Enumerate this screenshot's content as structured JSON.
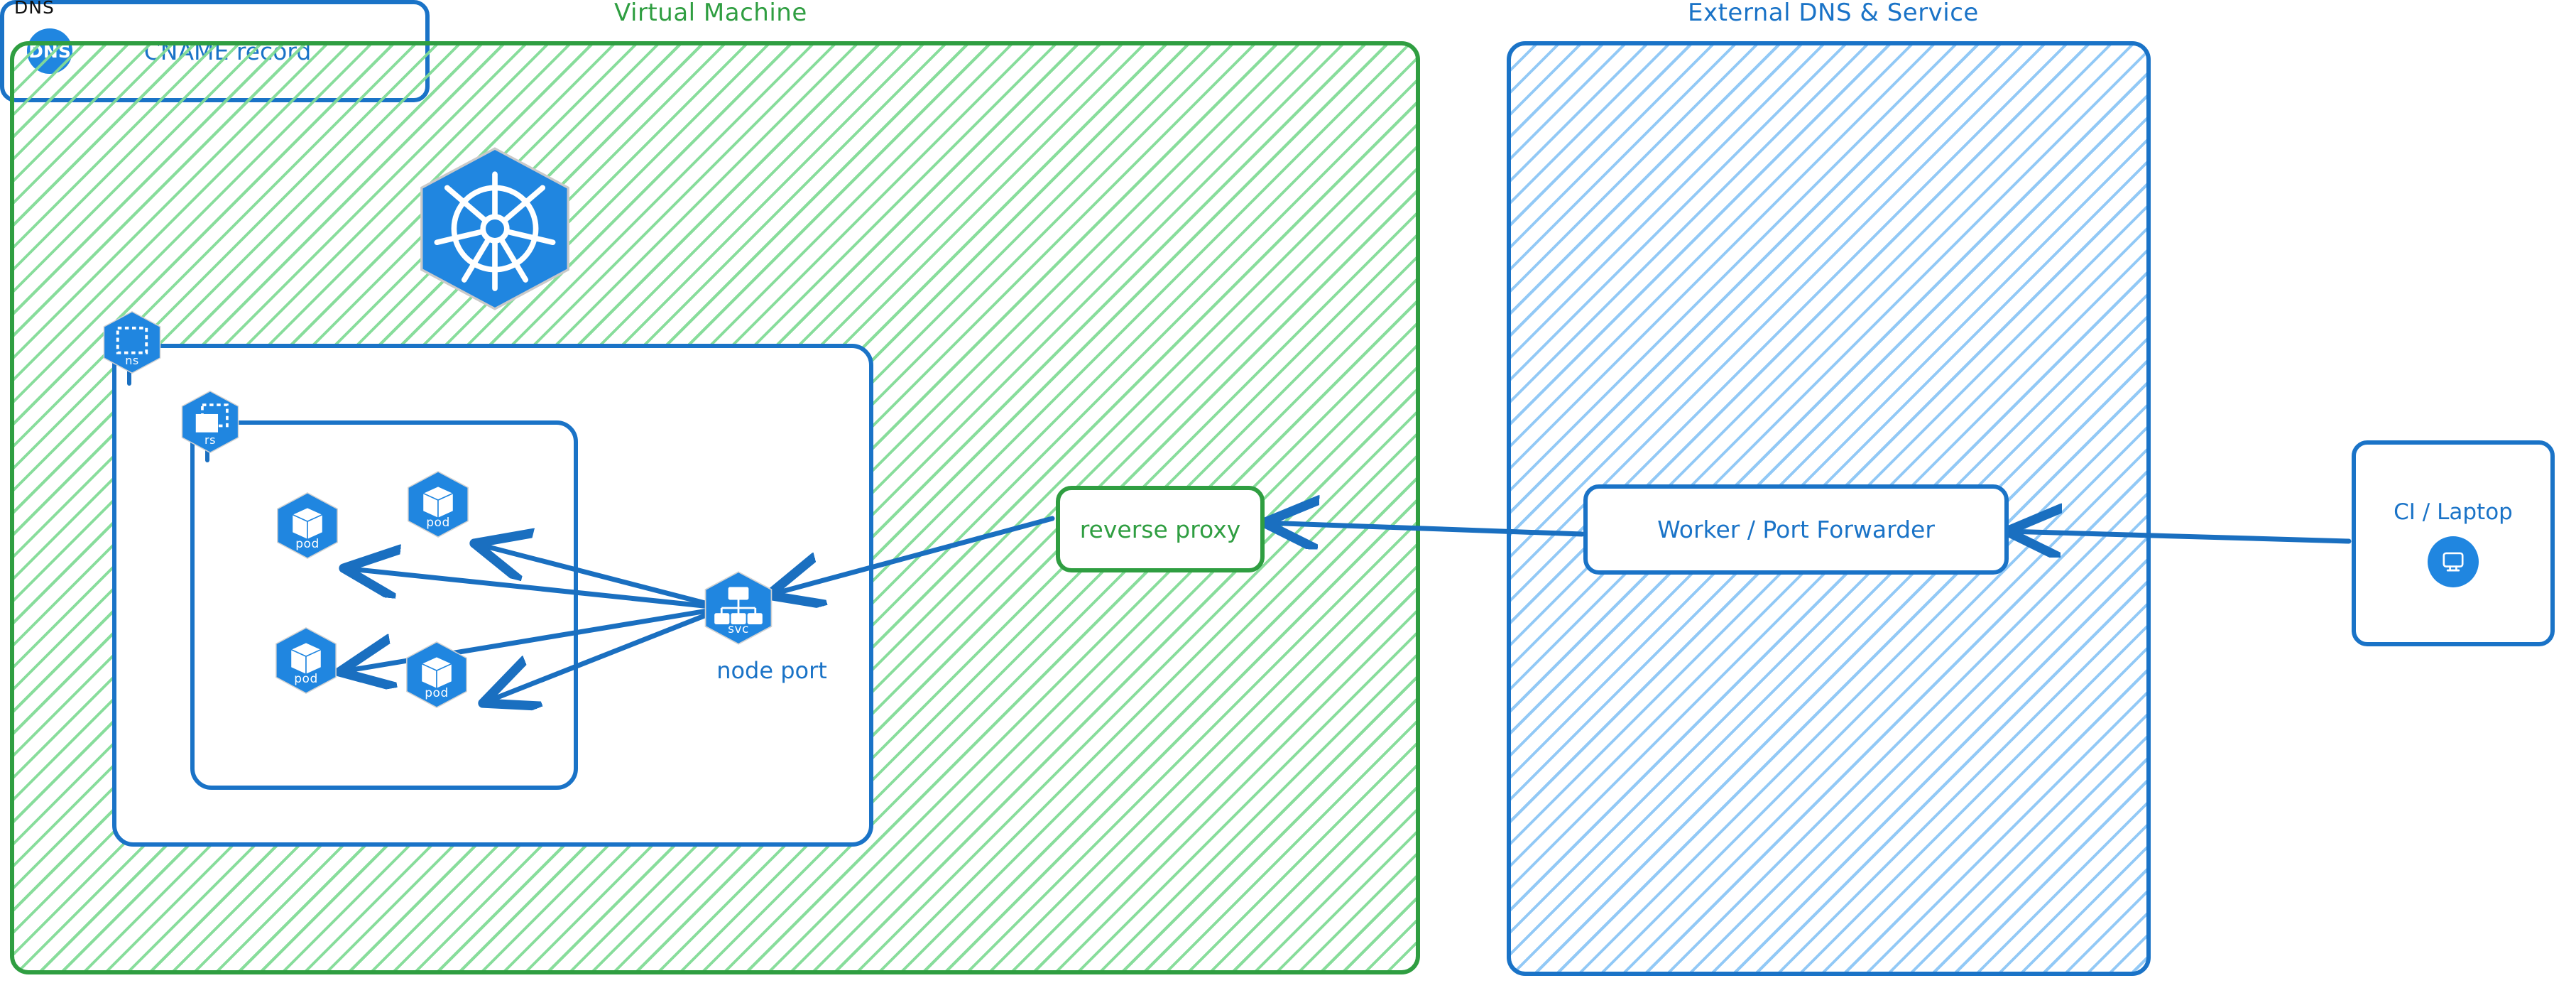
{
  "diagram": {
    "title_vm": "Virtual Machine",
    "title_external": "External DNS & Service"
  },
  "vm_group": {
    "label": "Virtual Machine",
    "color": "#2f9e41",
    "fill_pattern": "diagonal-hatch-green",
    "nodes": [
      {
        "name": "kubernetes-logo",
        "icon": "k8s-wheel-icon",
        "label": ""
      },
      {
        "name": "namespace",
        "icon": "k8s-ns-icon",
        "label": "ns"
      },
      {
        "name": "replicaset",
        "icon": "k8s-rs-icon",
        "label": "rs"
      },
      {
        "name": "pod-1",
        "icon": "k8s-pod-icon",
        "label": "pod"
      },
      {
        "name": "pod-2",
        "icon": "k8s-pod-icon",
        "label": "pod"
      },
      {
        "name": "pod-3",
        "icon": "k8s-pod-icon",
        "label": "pod"
      },
      {
        "name": "pod-4",
        "icon": "k8s-pod-icon",
        "label": "pod"
      },
      {
        "name": "service",
        "icon": "k8s-svc-icon",
        "label": "svc"
      }
    ],
    "service_caption": "node port",
    "reverse_proxy": "reverse proxy"
  },
  "external_group": {
    "label": "External DNS & Service",
    "color": "#1a73c7",
    "fill_pattern": "diagonal-hatch-blue",
    "dns_card": {
      "title": "DNS",
      "badge": "DNS",
      "record": "CNAME record"
    },
    "worker": "Worker / Port Forwarder"
  },
  "client": {
    "label": "CI / Laptop",
    "icon": "monitor-icon"
  },
  "edges": [
    {
      "from": "service",
      "to": "pod-1",
      "direction": "to"
    },
    {
      "from": "service",
      "to": "pod-2",
      "direction": "to"
    },
    {
      "from": "service",
      "to": "pod-3",
      "direction": "to"
    },
    {
      "from": "service",
      "to": "pod-4",
      "direction": "to"
    },
    {
      "from": "reverse-proxy",
      "to": "service",
      "direction": "to"
    },
    {
      "from": "worker",
      "to": "reverse-proxy",
      "direction": "to"
    },
    {
      "from": "ci-laptop",
      "to": "worker",
      "direction": "to"
    }
  ],
  "colors": {
    "green": "#2f9e41",
    "green_hatch": "#82db96",
    "blue": "#1a73c7",
    "blue_hatch": "#8cc6f6",
    "k8s_blue": "#2086e0",
    "arrow": "#1a6fc0"
  }
}
